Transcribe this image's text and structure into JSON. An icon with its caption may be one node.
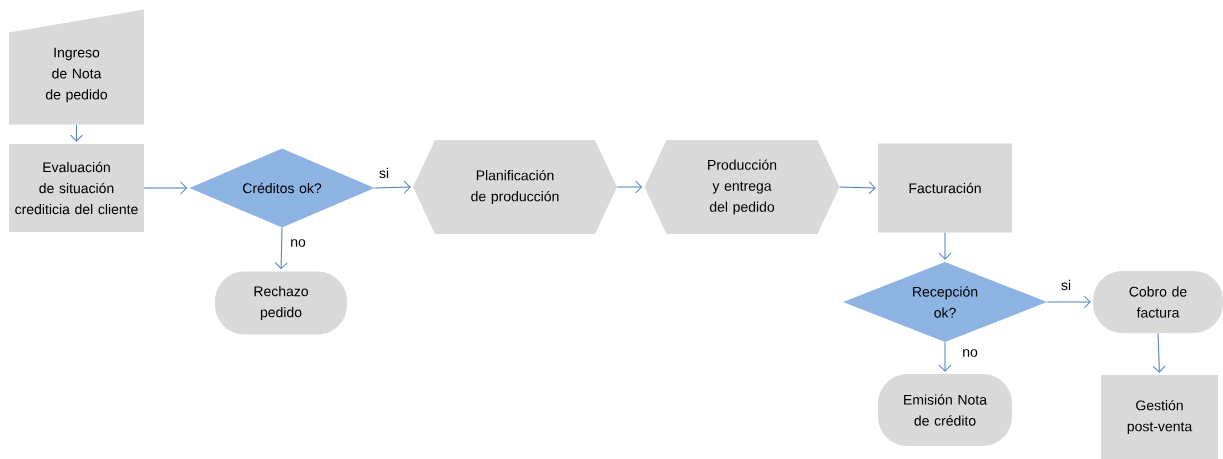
{
  "diagram": {
    "nodes": [
      {
        "text": [
          "Ingreso de Nota de pedido"
        ]
      },
      {
        "text": [
          "Evaluación de situación crediticia del cliente"
        ]
      },
      {
        "text": [
          "Créditos ok?"
        ]
      },
      {
        "text": [
          "Planificación de producción"
        ]
      },
      {
        "text": [
          "Producción y entrega del pedido"
        ]
      },
      {
        "text": [
          "Facturación"
        ]
      },
      {
        "text": [
          "Rechazo pedido"
        ]
      },
      {
        "text": [
          "Recepción ok?"
        ]
      },
      {
        "text": [
          "Cobro de factura"
        ]
      },
      {
        "text": [
          "Emisión Nota de crédito"
        ]
      },
      {
        "text": [
          "Gestión post-venta"
        ]
      }
    ],
    "edges": [
      {
        "from": 0,
        "to": 1,
        "arrow": "to"
      },
      {
        "from": 1,
        "to": 2,
        "arrow": "to"
      },
      {
        "from": 2,
        "to": 3,
        "arrow": "to",
        "label": "si"
      },
      {
        "from": 3,
        "to": 4,
        "arrow": "to"
      },
      {
        "from": 4,
        "to": 5,
        "arrow": "to"
      },
      {
        "from": 2,
        "to": 6,
        "arrow": "to",
        "label": "no"
      },
      {
        "from": 5,
        "to": 7,
        "arrow": "to"
      },
      {
        "from": 7,
        "to": 8,
        "arrow": "to",
        "label": "si"
      },
      {
        "from": 7,
        "to": 9,
        "arrow": "to",
        "label": "no"
      },
      {
        "from": 8,
        "to": 10,
        "arrow": "to"
      }
    ]
  }
}
